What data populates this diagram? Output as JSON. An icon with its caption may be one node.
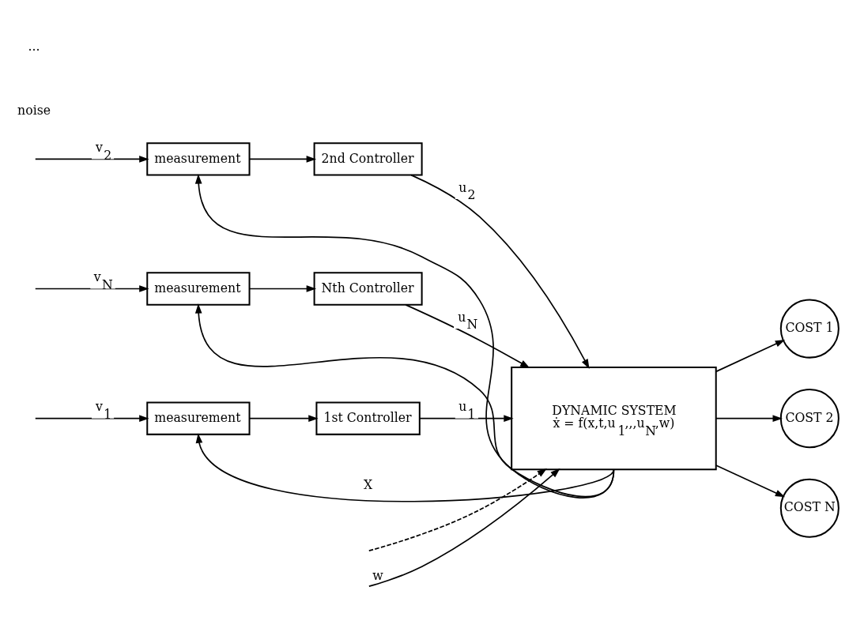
{
  "diagram": {
    "nodes": [
      {
        "text": [
          "1st Controller"
        ]
      },
      {
        "text": [
          "measurement"
        ]
      },
      {
        "text": [
          "2nd Controller"
        ]
      },
      {
        "text": [
          "measurement"
        ]
      },
      {
        "text": [
          "Nth Controller"
        ]
      },
      {
        "text": [
          "measurement"
        ]
      },
      {
        "text": [
          "DYNAMIC SYSTEM",
          "ẋ = f(x,t,u$_{1}$,,,u$_{N}$,w)"
        ]
      },
      {
        "text": [
          "COST 1"
        ]
      },
      {
        "text": [
          "COST 2"
        ]
      },
      {
        "text": [
          "COST N"
        ]
      }
    ],
    "edges": [
      {
        "from": 1,
        "to": 0,
        "arrow": "to"
      },
      {
        "from": 3,
        "to": 2,
        "arrow": "to"
      },
      {
        "from": 5,
        "to": 4,
        "arrow": "to"
      },
      {
        "from": 0,
        "to": 6,
        "arrow": "to",
        "label": "u$_{1}$"
      },
      {
        "from": 2,
        "to": 6,
        "arrow": "to",
        "label": "u$_{2}$"
      },
      {
        "from": 4,
        "to": 6,
        "arrow": "to",
        "label": "u$_{N}$"
      },
      {
        "from": null,
        "to": 6,
        "arrow": "to",
        "label": "w"
      },
      {
        "from": null,
        "to": 6,
        "arrow": "to",
        "style": "dashed"
      },
      {
        "from": 6,
        "to": 7,
        "arrow": "to"
      },
      {
        "from": 6,
        "to": 8,
        "arrow": "to"
      },
      {
        "from": 6,
        "to": 9,
        "arrow": "to"
      },
      {
        "from": 6,
        "to": 1,
        "arrow": "to",
        "label": "X"
      },
      {
        "from": 6,
        "to": 3,
        "arrow": "to"
      },
      {
        "from": 6,
        "to": 5,
        "arrow": "to"
      },
      {
        "from": null,
        "to": 1,
        "arrow": "to",
        "label": "v$_{1}$"
      },
      {
        "from": null,
        "to": 3,
        "arrow": "to",
        "label": "v$_{2}$"
      },
      {
        "from": null,
        "to": 5,
        "arrow": "to",
        "label": "v$_{N}$"
      }
    ],
    "labels": [
      "noise",
      "..."
    ]
  }
}
